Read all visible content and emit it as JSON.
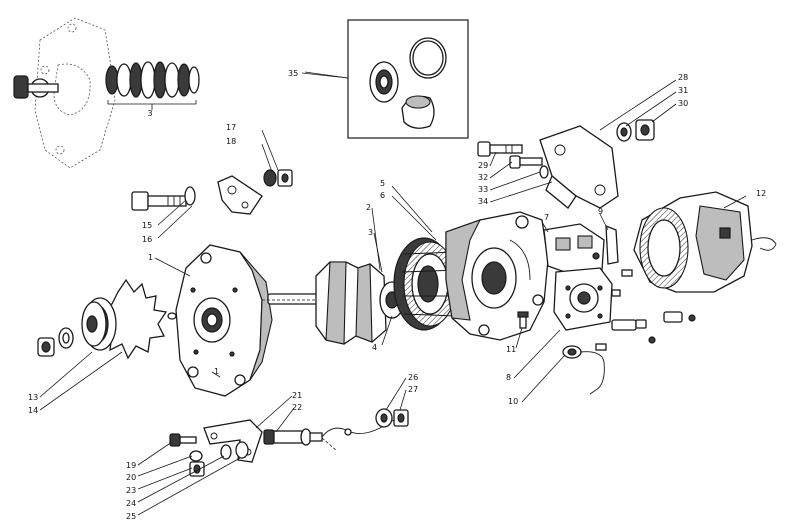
{
  "callouts": {
    "c1": "1",
    "c1b": "1",
    "c2": "2",
    "c3": "3",
    "c3b": "3",
    "c4": "4",
    "c5": "5",
    "c6": "6",
    "c7": "7",
    "c8": "8",
    "c9": "9",
    "c10": "10",
    "c11": "11",
    "c12": "12",
    "c13": "13",
    "c14": "14",
    "c15": "15",
    "c16": "16",
    "c17": "17",
    "c18": "18",
    "c19": "19",
    "c20": "20",
    "c21": "21",
    "c22": "22",
    "c23": "23",
    "c24": "24",
    "c25": "25",
    "c26": "26",
    "c27": "27",
    "c28": "28",
    "c29": "29",
    "c30": "30",
    "c31": "31",
    "c32": "32",
    "c33": "33",
    "c34": "34",
    "c35": "35"
  }
}
